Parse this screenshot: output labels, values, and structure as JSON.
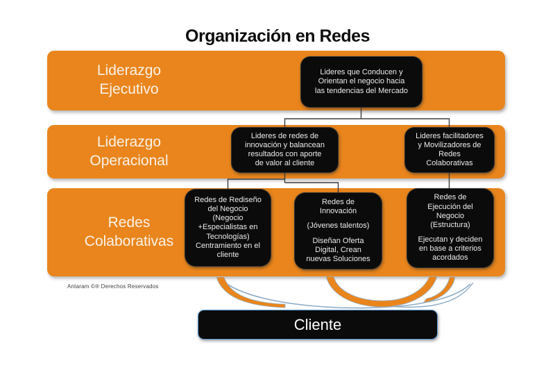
{
  "title": "Organización en Redes",
  "bands": {
    "executive": {
      "label": "Liderazgo\nEjecutivo"
    },
    "operational": {
      "label": "Liderazgo\nOperacional"
    },
    "collaborative": {
      "label": "Redes\nColaborativas"
    }
  },
  "nodes": {
    "executive": "Lideres que Conducen y\nOrientan el negocio hacia\nlas tendencias del Mercado",
    "operational_left": "Lideres de redes de\ninnovación y balancean\nresultados con aporte\nde valor al cliente",
    "operational_right": "Lideres facilitadores\ny Movilizadores de\nRedes\nColaborativas",
    "redesign": "Redes de Rediseño\ndel Negocio\n(Negocio\n+Especialistas en\nTecnologías)\nCentramiento en el\ncliente",
    "innovation": {
      "p1": "Redes  de\nInnovación",
      "p2": "(Jóvenes talentos)",
      "p3": "Diseñan Oferta\nDigital, Crean\nnuevas Soluciones"
    },
    "execution": {
      "p1": "Redes de\nEjecución del\nNegocio\n(Estructura)",
      "p2": "Ejecutan y deciden\nen base a criterios\nacordados"
    }
  },
  "client": {
    "label": "Cliente"
  },
  "footer": "Antaram  ©®   Derechos Reservados",
  "colors": {
    "band_orange": "#E9851C",
    "node_black": "#0B0B0B",
    "connector_gray": "#3D3D3D",
    "arc_blue": "#8FACC8",
    "client_border_blue": "#5B9BD5",
    "band_text": "#F8F2E9"
  }
}
